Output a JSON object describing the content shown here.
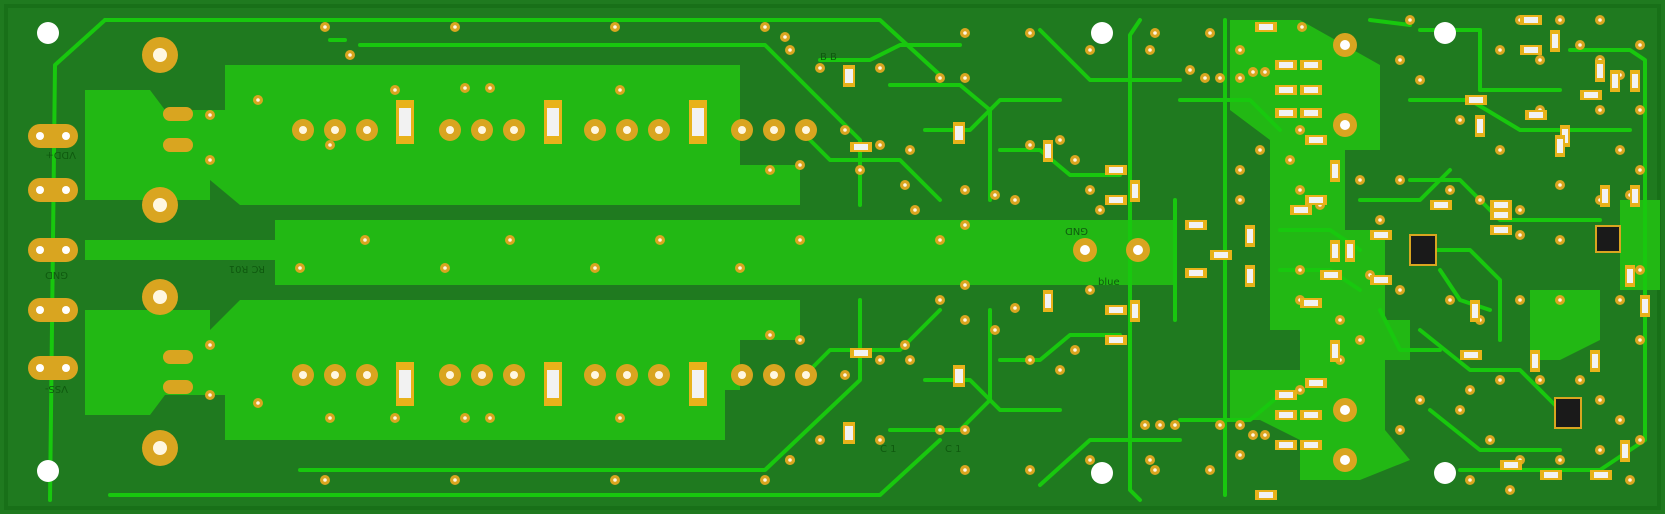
{
  "board": {
    "name": "pcb-render",
    "colors": {
      "substrate": "#1f7a1f",
      "copper_pour": "#22b814",
      "trace": "#18c80e",
      "pad": "#d9a520",
      "pad_ring": "#b8860b",
      "hole": "#ffffff",
      "silkscreen": "#0f5a0f",
      "smd_body": "#f2f2f2",
      "smd_cap": "#e8b21a"
    }
  },
  "silkscreen_labels": {
    "vdd_plus": "VDD+",
    "gnd_left": "GND",
    "vss_minus": "VSS-",
    "gnd_center": "GND",
    "blue_label": "blue",
    "c_label_1": "C 1",
    "c_label_2": "C 1",
    "rc_label": "RC R01",
    "b_label": "B B"
  }
}
